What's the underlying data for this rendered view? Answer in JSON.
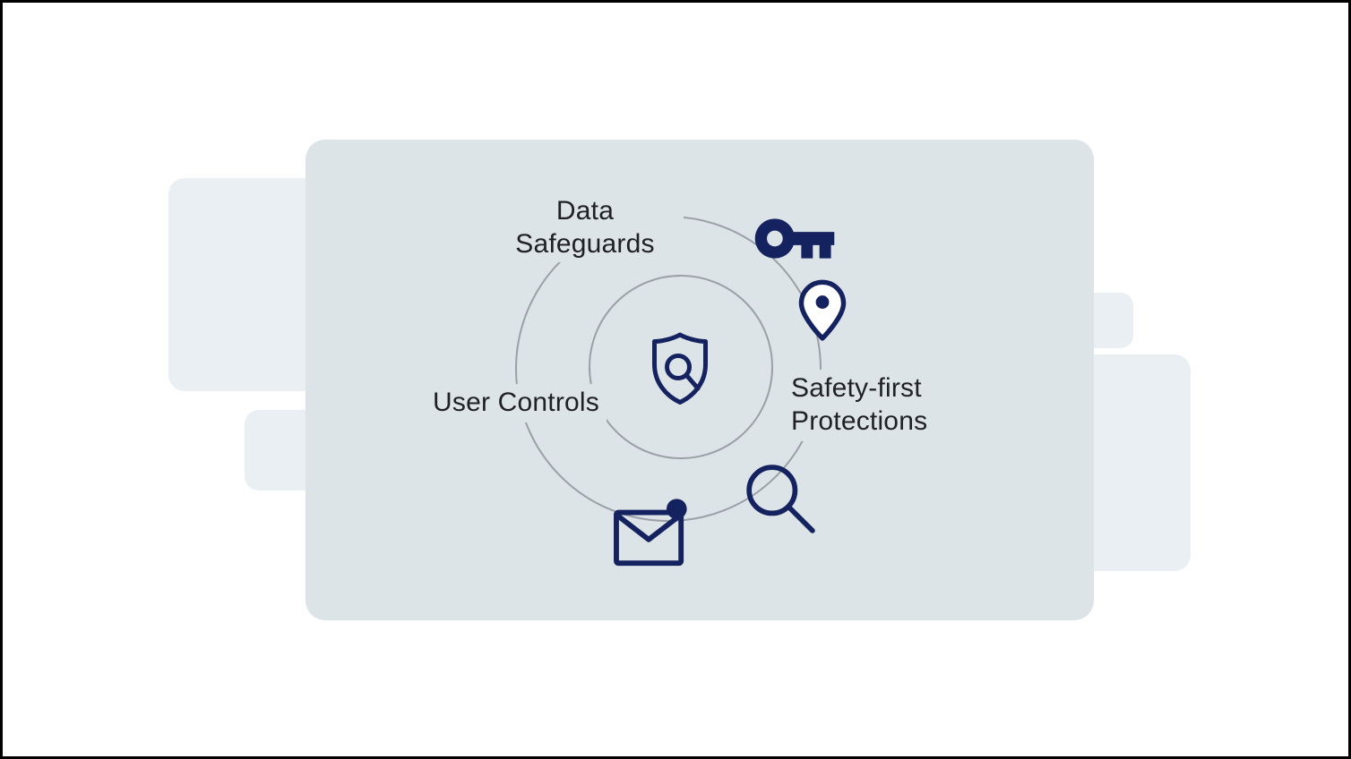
{
  "diagram": {
    "title_implicit": "Privacy protections diagram"
  },
  "labels": {
    "data_safeguards": "Data\nSafeguards",
    "user_controls": "User Controls",
    "safety_first_protections": "Safety-first\nProtections"
  },
  "icons": {
    "center": "shield-with-magnifier",
    "orbit": [
      "key",
      "location-pin",
      "magnifier",
      "mail-with-alert-dot"
    ]
  },
  "colors": {
    "card": "#dde4e8",
    "backdrop": "#eaeff3",
    "ring": "#9aa0a6",
    "icon": "#14235f",
    "text": "#202124"
  }
}
